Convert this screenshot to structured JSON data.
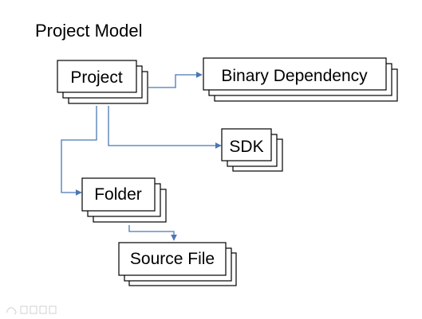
{
  "title": "Project Model",
  "nodes": {
    "project": {
      "label": "Project"
    },
    "binary_dependency": {
      "label": "Binary Dependency"
    },
    "sdk": {
      "label": "SDK"
    },
    "folder": {
      "label": "Folder"
    },
    "source_file": {
      "label": "Source File"
    }
  },
  "colors": {
    "connector": "#4a78b5",
    "box_border": "#000000",
    "box_fill": "#ffffff",
    "text": "#000000"
  }
}
